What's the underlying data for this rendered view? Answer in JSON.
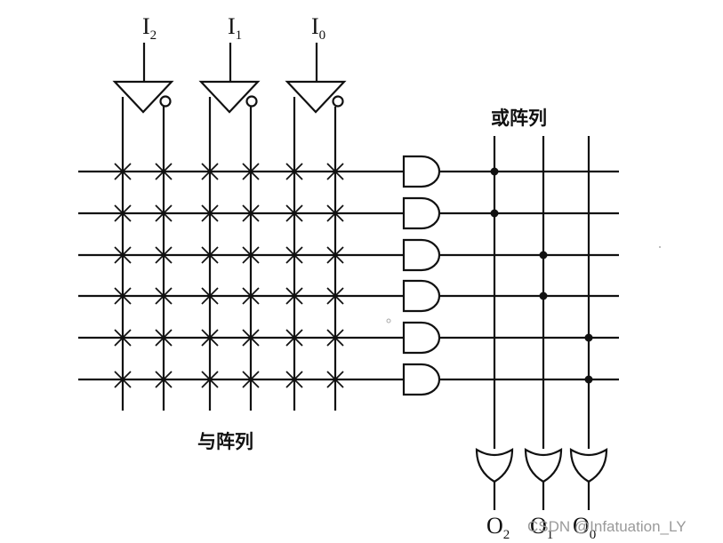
{
  "inputs": [
    {
      "base": "I",
      "sub": "2"
    },
    {
      "base": "I",
      "sub": "1"
    },
    {
      "base": "I",
      "sub": "0"
    }
  ],
  "outputs": [
    {
      "base": "O",
      "sub": "2"
    },
    {
      "base": "O",
      "sub": "1"
    },
    {
      "base": "O",
      "sub": "0"
    }
  ],
  "labels": {
    "and_array": "与阵列",
    "or_array": "或阵列"
  },
  "watermark": "CSDN @Infatuation_LY",
  "and_rows": 6,
  "or_connections": [
    {
      "row": 0,
      "output": 2
    },
    {
      "row": 1,
      "output": 2
    },
    {
      "row": 2,
      "output": 1
    },
    {
      "row": 3,
      "output": 1
    },
    {
      "row": 4,
      "output": 0
    },
    {
      "row": 5,
      "output": 0
    }
  ]
}
